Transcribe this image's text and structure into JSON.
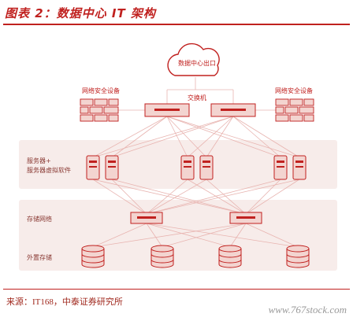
{
  "figure": {
    "title": "图表 2：数据中心 IT 架构",
    "source": "来源：IT168，中泰证券研究所",
    "watermark": "www.767stock.com"
  },
  "diagram": {
    "cloud_label": "数据中心出口",
    "switch_label": "交换机",
    "left_security_label": "网络安全设备",
    "right_security_label": "网络安全设备",
    "server_label_line1": "服务器+",
    "server_label_line2": "服务器虚拟软件",
    "storage_network_label": "存储网络",
    "external_storage_label": "外置存储"
  },
  "colors": {
    "accent": "#c0211f",
    "line": "#e8b4b0",
    "band": "#f7ecea",
    "device_fill": "#f3d4d0"
  }
}
